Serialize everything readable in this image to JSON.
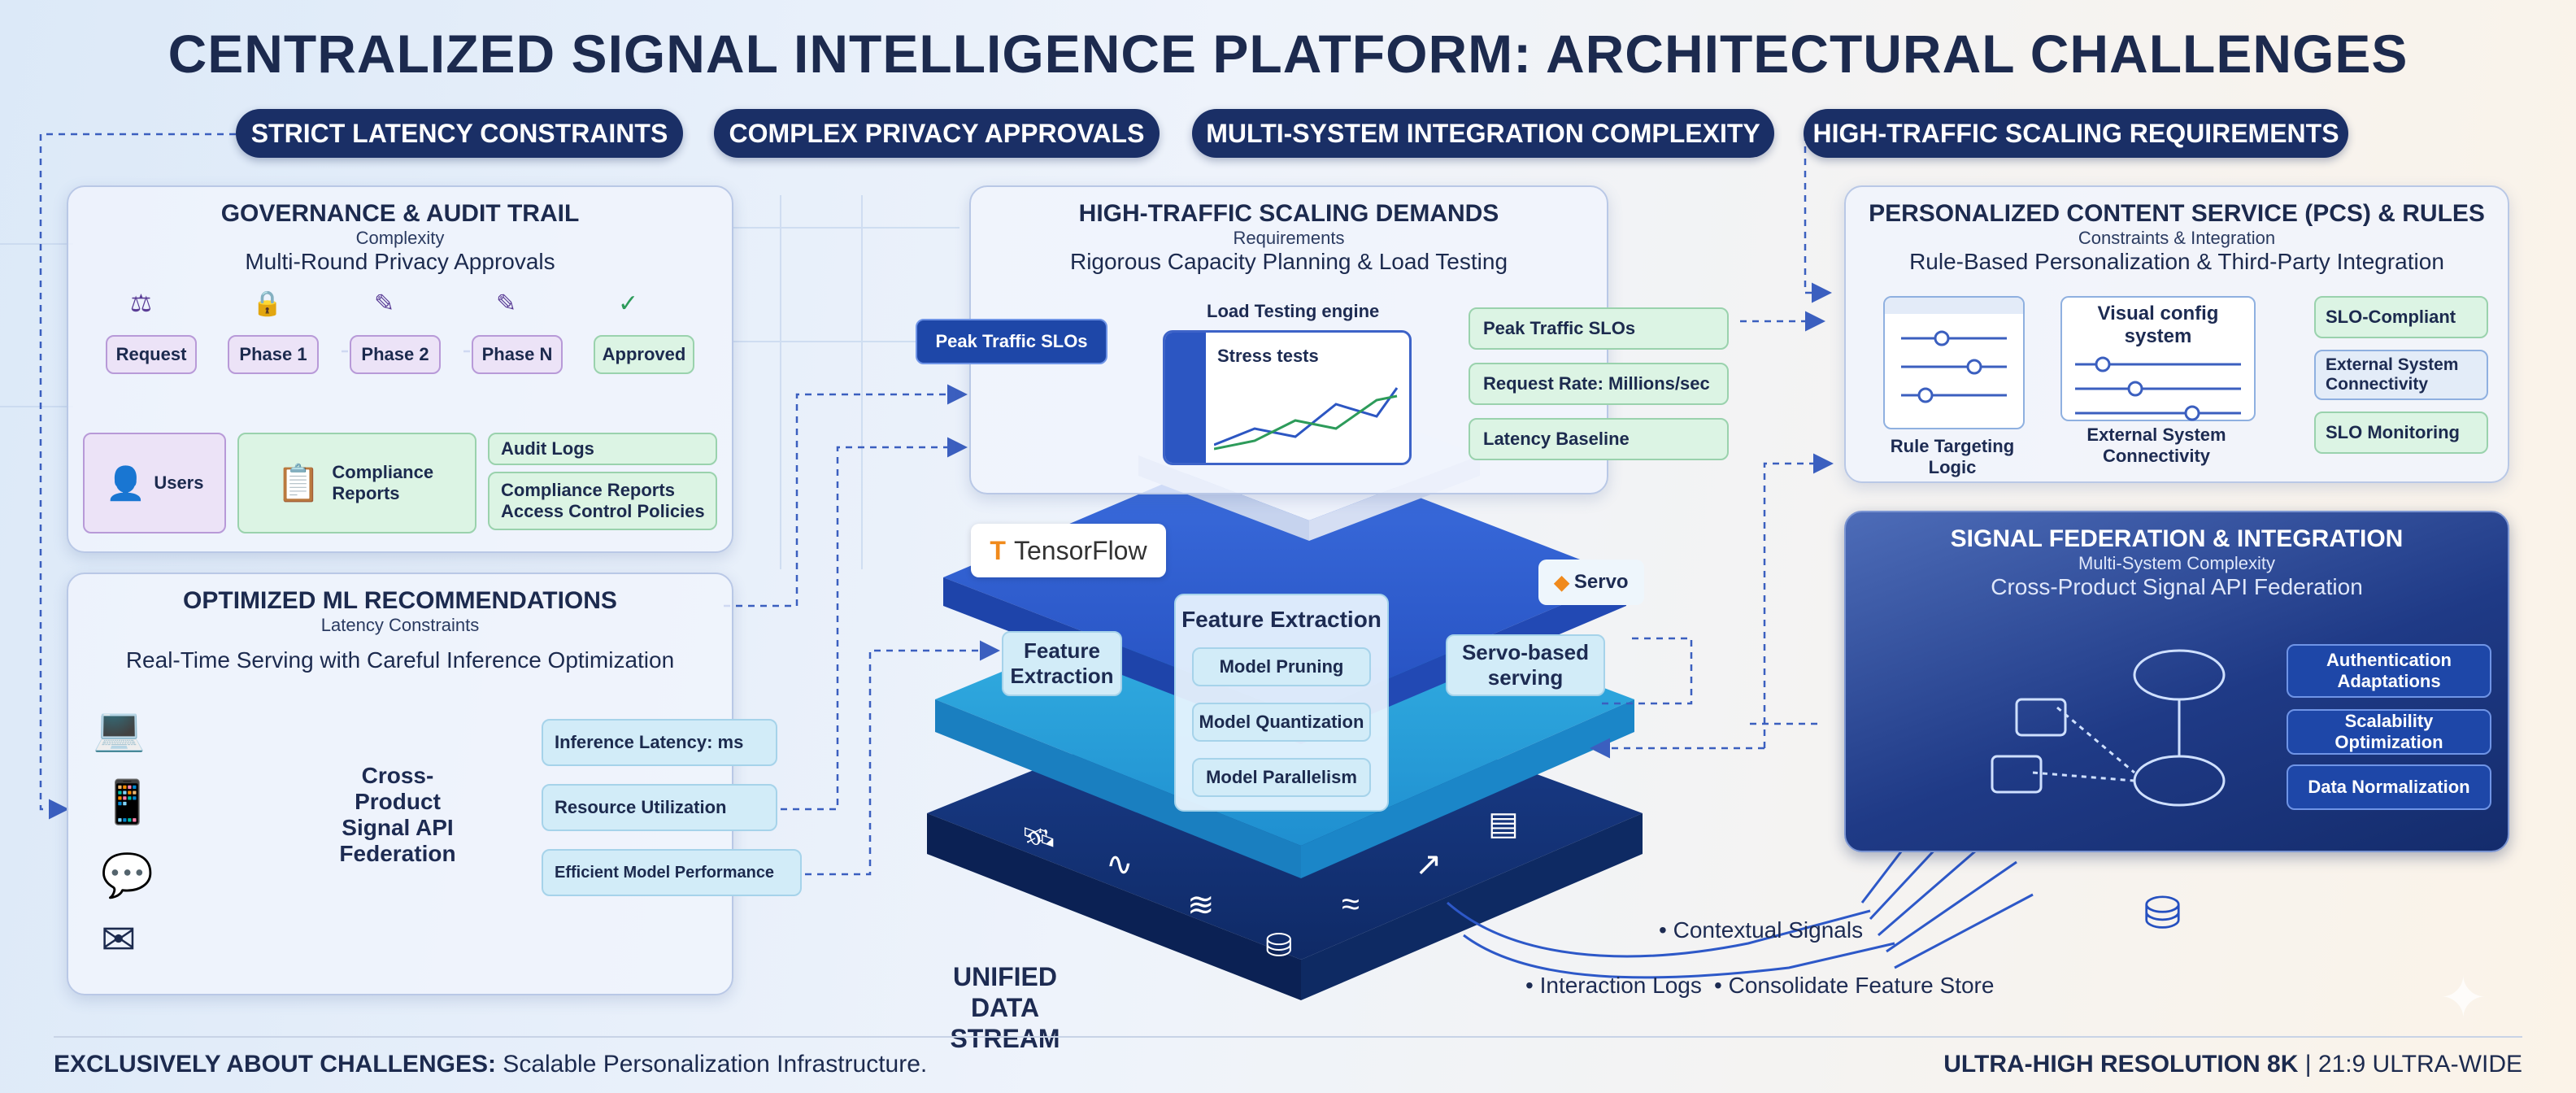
{
  "title": "CENTRALIZED SIGNAL INTELLIGENCE PLATFORM: ARCHITECTURAL CHALLENGES",
  "pills": [
    "STRICT LATENCY CONSTRAINTS",
    "COMPLEX PRIVACY APPROVALS",
    "MULTI-SYSTEM INTEGRATION COMPLEXITY",
    "HIGH-TRAFFIC SCALING REQUIREMENTS"
  ],
  "governance": {
    "title": "GOVERNANCE & AUDIT TRAIL",
    "sub": "Complexity",
    "desc": "Multi-Round Privacy Approvals",
    "steps": [
      "Request",
      "Phase 1",
      "Phase 2",
      "Phase N",
      "Approved"
    ],
    "users": "Users",
    "compliance": "Compliance Reports",
    "list": [
      "Audit Logs",
      "Compliance Reports",
      "Access Control Policies"
    ]
  },
  "ml": {
    "title": "OPTIMIZED ML RECOMMENDATIONS",
    "sub": "Latency Constraints",
    "desc": "Real-Time Serving with Careful Inference Optimization",
    "federation": "Cross-Product Signal API Federation",
    "tags": [
      "Inference Latency: ms",
      "Resource Utilization",
      "Efficient Model Performance"
    ]
  },
  "scaling": {
    "title": "HIGH-TRAFFIC SCALING DEMANDS",
    "sub": "Requirements",
    "desc": "Rigorous Capacity Planning & Load Testing",
    "engine": "Load Testing engine",
    "stress": "Stress tests",
    "peak_left": "Peak Traffic SLOs",
    "metrics": [
      "Peak Traffic SLOs",
      "Request Rate: Millions/sec",
      "Latency Baseline"
    ]
  },
  "center": {
    "tensorflow": "TensorFlow",
    "servo": "Servo",
    "feature_left": "Feature Extraction",
    "feature_box_title": "Feature Extraction",
    "ops": [
      "Model Pruning",
      "Model Quantization",
      "Model Parallelism"
    ],
    "serving": "Servo-based serving",
    "stream": "UNIFIED DATA STREAM"
  },
  "pcs": {
    "title": "PERSONALIZED CONTENT SERVICE (PCS) & RULES",
    "sub": "Constraints & Integration",
    "desc": "Rule-Based Personalization & Third-Party Integration",
    "rule": "Rule Targeting Logic",
    "visual": "Visual config system",
    "external": "External System Connectivity",
    "status": [
      "SLO-Compliant",
      "External System Connectivity",
      "SLO Monitoring"
    ]
  },
  "federation": {
    "title": "SIGNAL FEDERATION & INTEGRATION",
    "sub": "Multi-System Complexity",
    "desc": "Cross-Product Signal API Federation",
    "items": [
      "Authentication Adaptations",
      "Scalability Optimization",
      "Data Normalization"
    ]
  },
  "signals": [
    "Contextual Signals",
    "Interaction Logs",
    "Consolidate Feature Store"
  ],
  "footer": {
    "left_bold": "EXCLUSIVELY ABOUT CHALLENGES:",
    "left_rest": " Scalable Personalization Infrastructure.",
    "right_bold": "ULTRA-HIGH RESOLUTION 8K",
    "right_rest": " | 21:9 ULTRA-WIDE"
  },
  "colors": {
    "navy": "#1a2f66",
    "accent_blue": "#1e47a8",
    "green": "#dcf4e4",
    "purple": "#ece3f7"
  }
}
